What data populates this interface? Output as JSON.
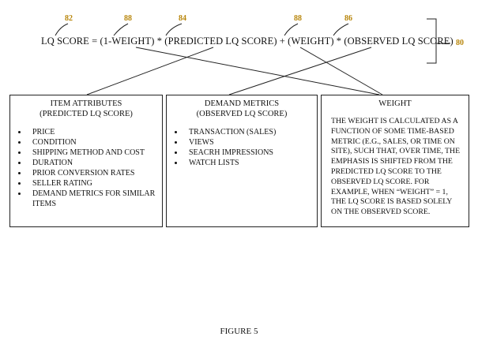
{
  "refs": {
    "r82": "82",
    "r88a": "88",
    "r84": "84",
    "r88b": "88",
    "r86": "86",
    "r80": "80"
  },
  "formula": {
    "p1": "LQ SCORE = (1-WEIGHT) * (PREDICTED LQ SCORE) + (WEIGHT) * (OBSERVED LQ SCORE)"
  },
  "boxes": {
    "item": {
      "title": "ITEM ATTRIBUTES",
      "subtitle": "(PREDICTED LQ SCORE)",
      "items": [
        "PRICE",
        "CONDITION",
        "SHIPPING METHOD AND COST",
        "DURATION",
        "PRIOR CONVERSION RATES",
        "SELLER RATING",
        "DEMAND METRICS FOR SIMILAR ITEMS"
      ]
    },
    "demand": {
      "title": "DEMAND METRICS",
      "subtitle": "(OBSERVED LQ SCORE)",
      "items": [
        "TRANSACTION (SALES)",
        "VIEWS",
        "SEACRH IMPRESSIONS",
        "WATCH LISTS"
      ]
    },
    "weight": {
      "title": "WEIGHT",
      "text": "THE WEIGHT IS CALCULATED AS A FUNCTION OF SOME TIME-BASED METRIC (E.G., SALES, OR TIME ON SITE), SUCH THAT, OVER TIME, THE EMPHASIS IS SHIFTED FROM THE PREDICTED LQ SCORE TO THE OBSERVED LQ SCORE.  FOR EXAMPLE, WHEN “WEIGHT” = 1, THE LQ SCORE IS BASED SOLELY ON THE OBSERVED SCORE."
    }
  },
  "caption": "FIGURE 5"
}
